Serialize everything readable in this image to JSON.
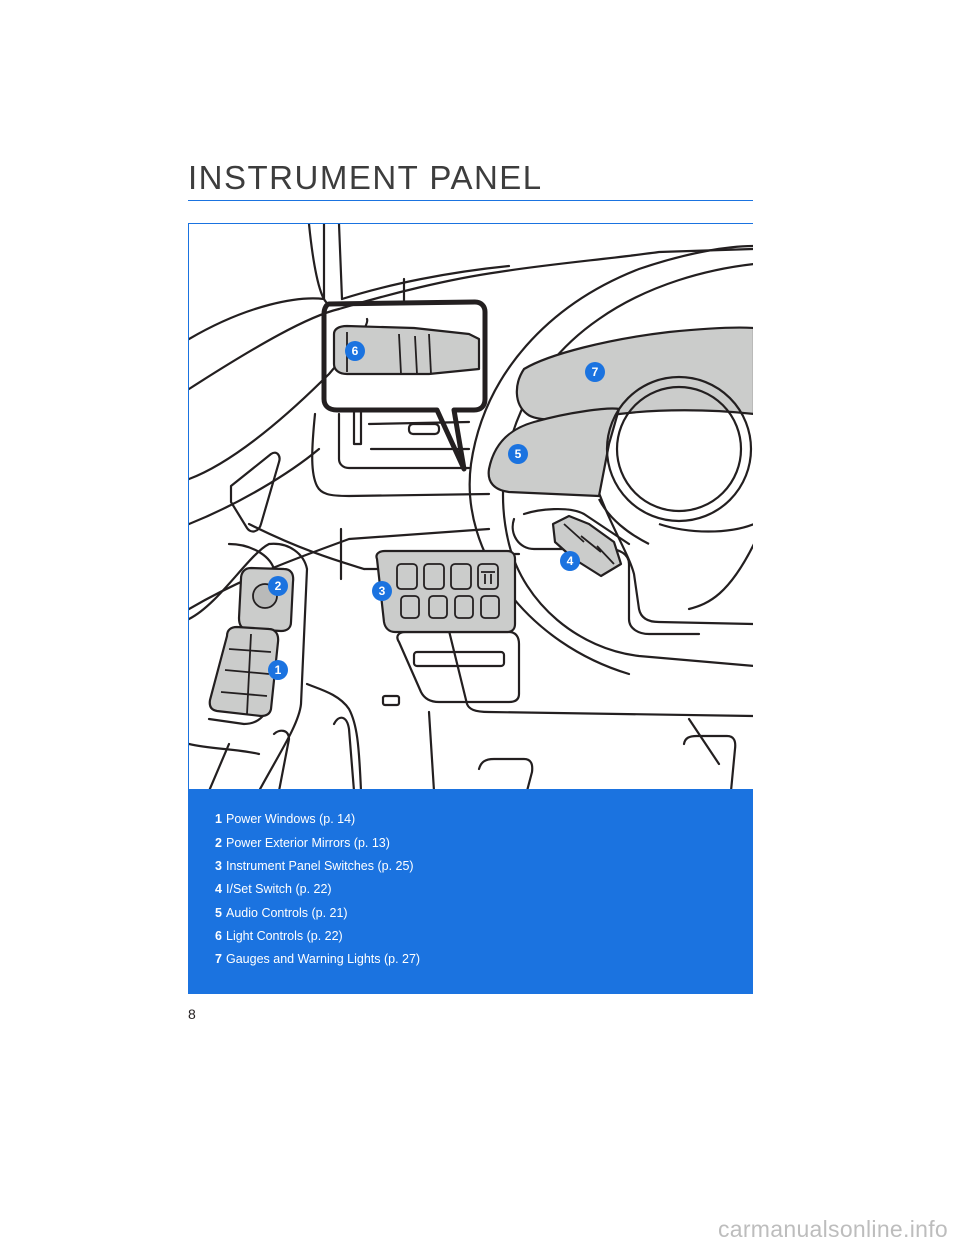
{
  "header": {
    "title": "INSTRUMENT PANEL"
  },
  "figure": {
    "callouts": [
      {
        "number": "1"
      },
      {
        "number": "2"
      },
      {
        "number": "3"
      },
      {
        "number": "4"
      },
      {
        "number": "5"
      },
      {
        "number": "6"
      },
      {
        "number": "7"
      }
    ]
  },
  "legend": {
    "items": [
      {
        "number": "1",
        "label": "Power Windows (p. 14)"
      },
      {
        "number": "2",
        "label": "Power Exterior Mirrors (p. 13)"
      },
      {
        "number": "3",
        "label": "Instrument Panel Switches (p. 25)"
      },
      {
        "number": "4",
        "label": "I/Set Switch (p. 22)"
      },
      {
        "number": "5",
        "label": "Audio Controls (p. 21)"
      },
      {
        "number": "6",
        "label": "Light Controls (p. 22)"
      },
      {
        "number": "7",
        "label": "Gauges and Warning Lights (p. 27)"
      }
    ]
  },
  "footer": {
    "page_number": "8",
    "watermark": "carmanualsonline.info"
  },
  "colors": {
    "accent": "#1b73e0",
    "panel_gray": "#cbcccb",
    "line": "#231f20"
  }
}
